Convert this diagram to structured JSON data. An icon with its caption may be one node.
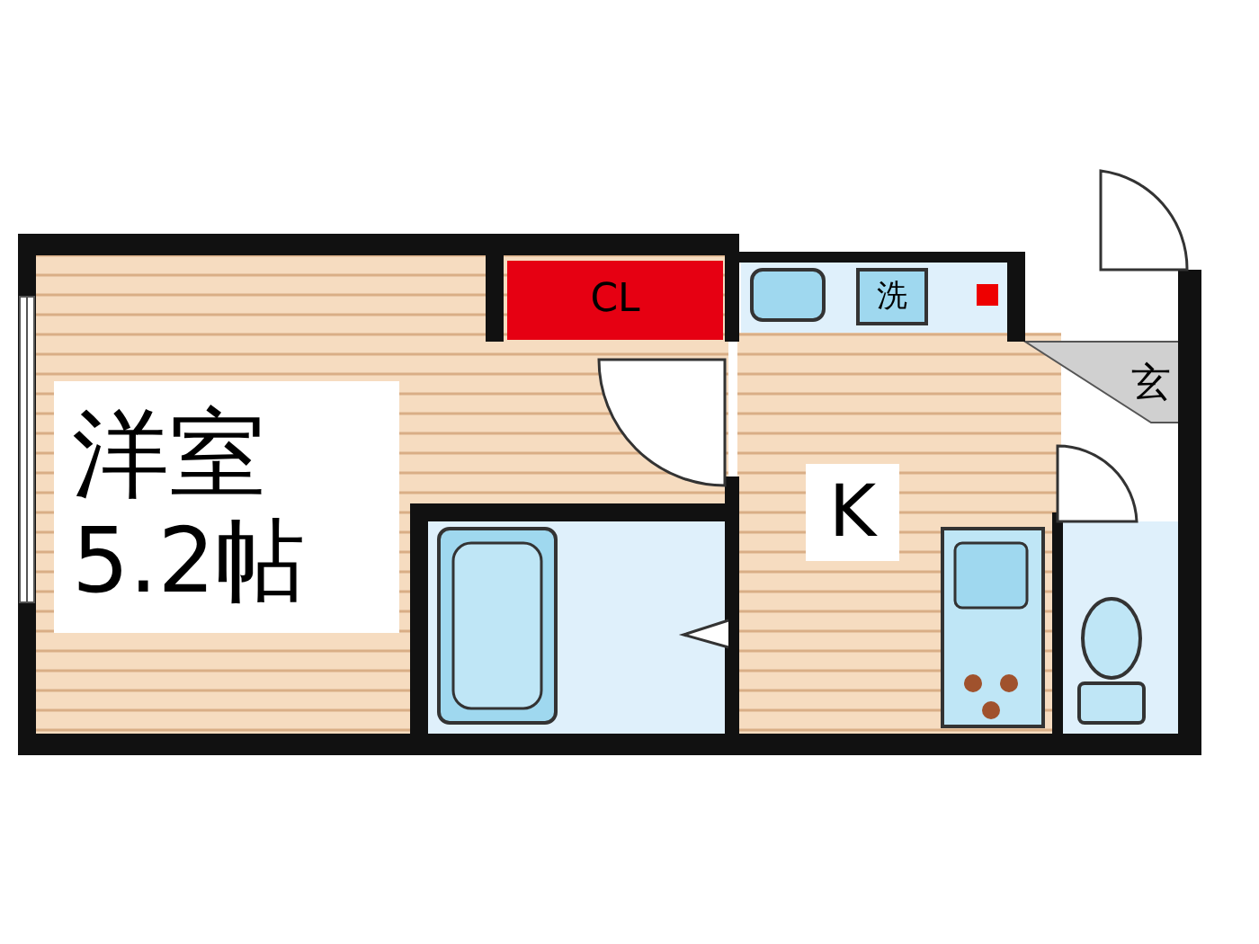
{
  "diagram": {
    "nodes": [
      {
        "text": [
          "洋室",
          "5.2帖"
        ]
      },
      {
        "text": [
          "CL"
        ]
      },
      {
        "text": [
          "洗"
        ]
      },
      {
        "text": [
          "玄"
        ]
      },
      {
        "text": [
          "K"
        ]
      }
    ]
  }
}
